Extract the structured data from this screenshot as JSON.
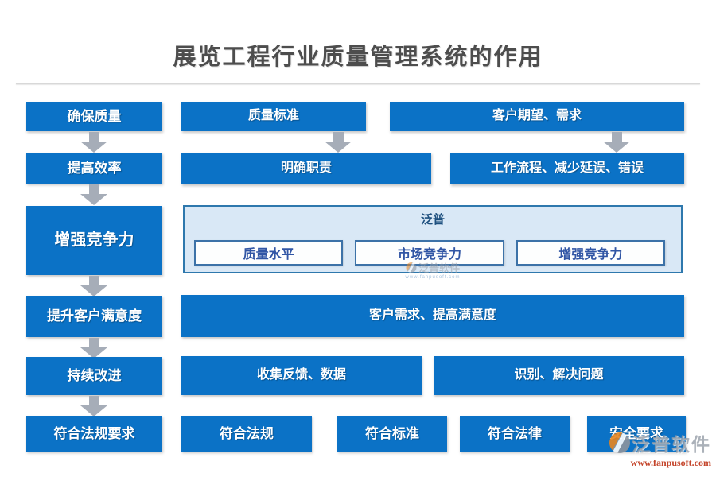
{
  "title": "展览工程行业质量管理系统的作用",
  "left_flow": [
    {
      "label": "确保质量"
    },
    {
      "label": "提高效率"
    },
    {
      "label": "增强竞争力"
    },
    {
      "label": "提升客户满意度"
    },
    {
      "label": "持续改进"
    },
    {
      "label": "符合法规要求"
    }
  ],
  "row1": [
    {
      "label": "质量标准"
    },
    {
      "label": "客户期望、需求"
    }
  ],
  "row2": [
    {
      "label": "明确职责"
    },
    {
      "label": "工作流程、减少延误、错误"
    }
  ],
  "panel": {
    "header": "泛普",
    "items": [
      {
        "label": "质量水平"
      },
      {
        "label": "市场竞争力"
      },
      {
        "label": "增强竞争力"
      }
    ],
    "watermark": {
      "brand": "泛普软件",
      "url": "www.fanpusoft.com"
    }
  },
  "row4": {
    "label": "客户需求、提高满意度"
  },
  "row5": [
    {
      "label": "收集反馈、数据"
    },
    {
      "label": "识别、解决问题"
    }
  ],
  "row6": [
    {
      "label": "符合法规"
    },
    {
      "label": "符合标准"
    },
    {
      "label": "符合法律"
    },
    {
      "label": "安全要求"
    }
  ],
  "corner_watermark": {
    "brand": "泛普软件",
    "url": "www.fanpusoft.com"
  },
  "colors": {
    "box_blue": "#0b72c6",
    "arrow_gray": "#a6adb8",
    "panel_bg": "#d9e8f6",
    "panel_border": "#2e78ad",
    "panel_header_text": "#1d4f7e",
    "inner_box_text": "#3156a5",
    "title_text": "#4d4d4d",
    "watermark_url_red": "#c4442a"
  }
}
